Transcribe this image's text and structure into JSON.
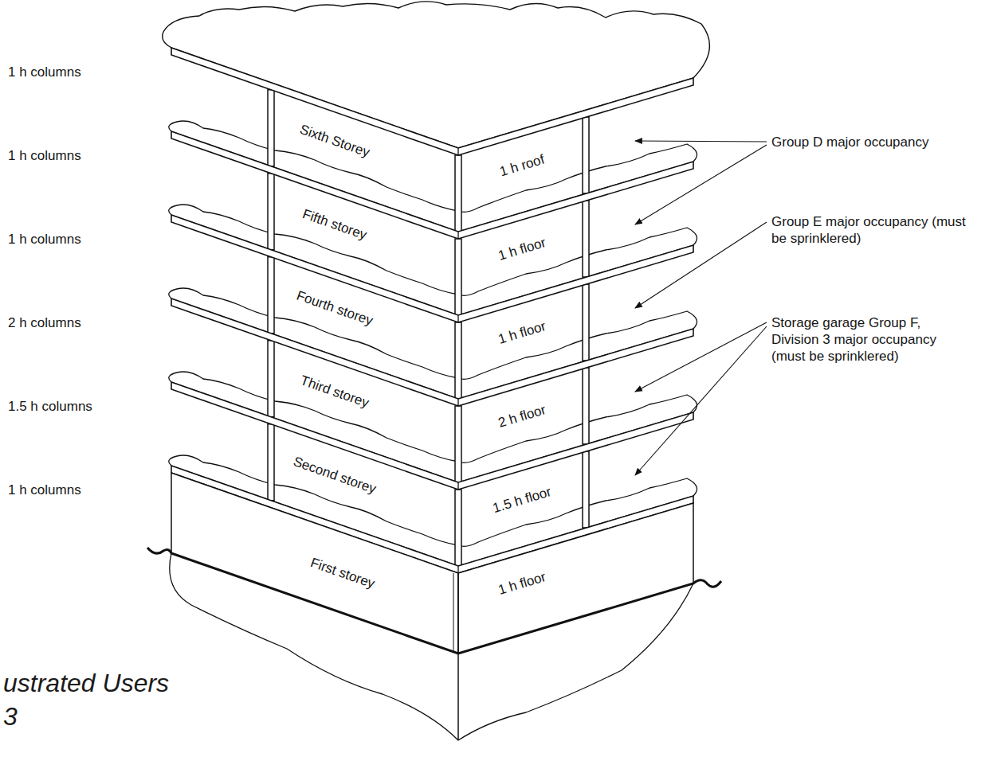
{
  "diagram": {
    "labels": [
      "1 h columns",
      "1 h columns",
      "1 h columns",
      "2 h columns",
      "1.5 h columns",
      "1 h columns",
      "Sixth Storey",
      "Fifth storey",
      "Fourth storey",
      "Third storey",
      "Second storey",
      "First storey",
      "1 h roof",
      "1 h floor",
      "1 h floor",
      "2 h floor",
      "1.5 h floor",
      "1 h floor",
      "Group D major occupancy",
      "Group E major occupancy (must be sprinklered)",
      "Storage garage Group F, Division 3 major occupancy (must be sprinklered)",
      "ustrated Users",
      "3"
    ]
  }
}
